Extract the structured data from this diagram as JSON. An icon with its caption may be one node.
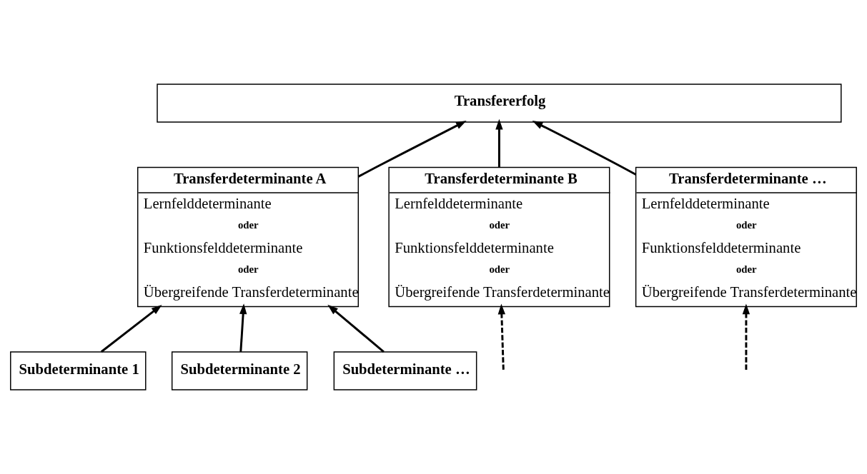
{
  "diagram": {
    "nodes": [
      {
        "text": [
          "Transfererfolg"
        ]
      },
      {
        "text": [
          "Transferdeterminante A",
          "Lernfelddeterminante",
          "oder",
          "Funktionsfelddeterminante",
          "oder",
          "Übergreifende Transferdeterminante"
        ]
      },
      {
        "text": [
          "Transferdeterminante B",
          "Lernfelddeterminante",
          "oder",
          "Funktionsfelddeterminante",
          "oder",
          "Übergreifende Transferdeterminante"
        ]
      },
      {
        "text": [
          "Transferdeterminante …",
          "Lernfelddeterminante",
          "oder",
          "Funktionsfelddeterminante",
          "oder",
          "Übergreifende Transferdeterminante"
        ]
      },
      {
        "text": [
          "Subdeterminante 1"
        ]
      },
      {
        "text": [
          "Subdeterminante 2"
        ]
      },
      {
        "text": [
          "Subdeterminante …"
        ]
      }
    ],
    "edges": [
      {
        "from": 1,
        "to": 0,
        "arrow": "to"
      },
      {
        "from": 2,
        "to": 0,
        "arrow": "to"
      },
      {
        "from": 3,
        "to": 0,
        "arrow": "to"
      },
      {
        "from": 4,
        "to": 1,
        "arrow": "to"
      },
      {
        "from": 5,
        "to": 1,
        "arrow": "to"
      },
      {
        "from": 6,
        "to": 1,
        "arrow": "to"
      },
      {
        "from": null,
        "to": 2,
        "arrow": "to",
        "style": "dashed"
      },
      {
        "from": null,
        "to": 3,
        "arrow": "to",
        "style": "dashed"
      }
    ]
  }
}
